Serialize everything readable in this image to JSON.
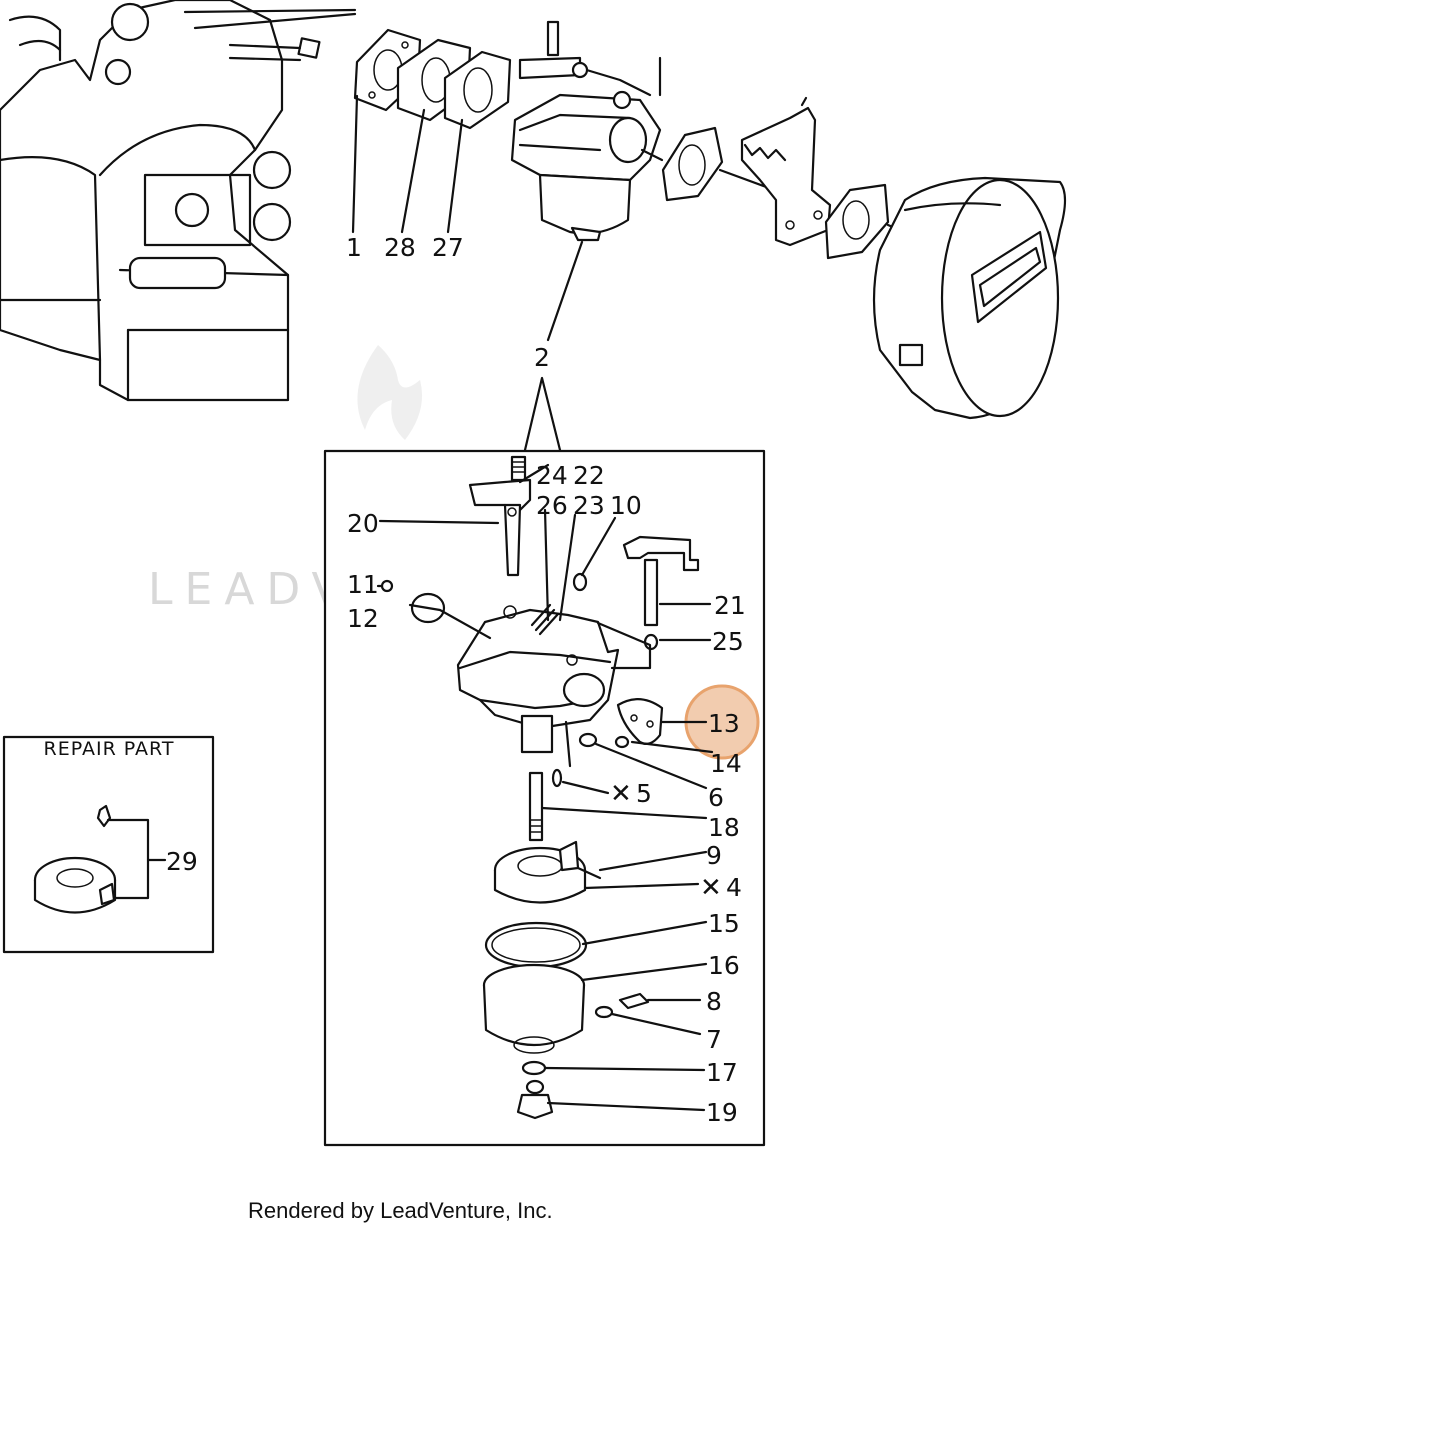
{
  "watermark": "LEADVENTURE",
  "footer_text": "Rendered by LeadVenture, Inc.",
  "repair_part_title": "REPAIR PART",
  "highlight_color": "#E8A36D",
  "callouts": {
    "c1": "1",
    "c28": "28",
    "c27": "27",
    "c2": "2",
    "c24": "24",
    "c22": "22",
    "c26": "26",
    "c23": "23",
    "c10": "10",
    "c20": "20",
    "c11": "11",
    "c12": "12",
    "c21": "21",
    "c25": "25",
    "c13": "13",
    "c14": "14",
    "c5": "5",
    "c6": "6",
    "c18": "18",
    "c9": "9",
    "c4": "4",
    "c15": "15",
    "c16": "16",
    "c8": "8",
    "c7": "7",
    "c17": "17",
    "c19": "19",
    "c29": "29"
  }
}
